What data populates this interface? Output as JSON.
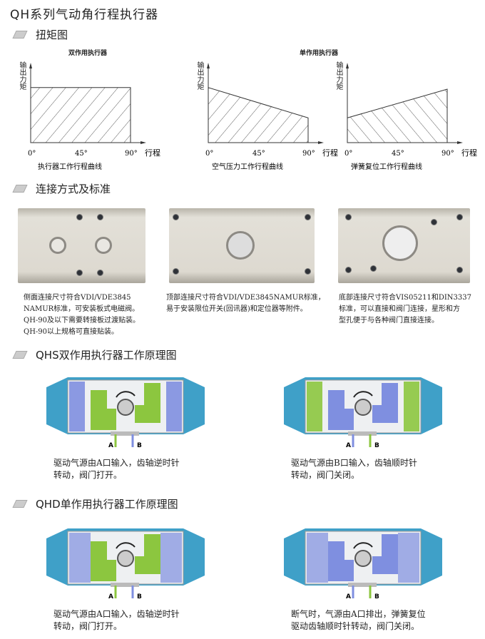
{
  "title": "QH系列气动角行程执行器",
  "sections": {
    "torque": "扭矩图",
    "connection": "连接方式及标准",
    "qhs": "QHS双作用执行器工作原理图",
    "qhd": "QHD单作用执行器工作原理图"
  },
  "torque_headers": {
    "double": "双作用执行器",
    "single": "单作用执行器"
  },
  "chart_data": [
    {
      "type": "area",
      "title": "执行器工作行程曲线",
      "ylabel": "输出力矩",
      "xlabel": "行程",
      "x": [
        0,
        90
      ],
      "y": [
        1.0,
        1.0
      ],
      "xticks": [
        "0°",
        "45°",
        "90°"
      ],
      "ylim": [
        0,
        1.45
      ]
    },
    {
      "type": "area",
      "title": "空气压力工作行程曲线",
      "ylabel": "输出力矩",
      "xlabel": "行程",
      "x": [
        0,
        90
      ],
      "y": [
        1.0,
        0.45
      ],
      "xticks": [
        "0°",
        "45°",
        "90°"
      ],
      "ylim": [
        0,
        1.45
      ]
    },
    {
      "type": "area",
      "title": "弹簧复位工作行程曲线",
      "ylabel": "输出力矩",
      "xlabel": "行程",
      "x": [
        0,
        90
      ],
      "y": [
        0.45,
        0.97
      ],
      "xticks": [
        "0°",
        "45°",
        "90°"
      ],
      "ylim": [
        0,
        1.45
      ]
    }
  ],
  "connections": [
    {
      "lines": [
        "侧面连接尺寸符合VDI/VDE3845",
        "NAMUR标准，可安装板式电磁阀。",
        "QH-90及以下需要转接板过渡贴装。",
        "QH-90以上规格可直接贴装。"
      ]
    },
    {
      "lines": [
        "顶部连接尺寸符合VDI/VDE3845NAMUR标准，",
        "易于安装限位开关(回讯器)和定位器等附件。"
      ]
    },
    {
      "lines": [
        "底部连接尺寸符合VIS05211和DIN3337",
        "标准，可以直接和阀门连接，星形和方",
        "型孔便于与各种阀门直接连接。"
      ]
    }
  ],
  "diagrams": [
    {
      "lines": [
        "驱动气源由A口输入，齿轴逆时针",
        "转动，阀门打开。"
      ],
      "a": "A",
      "b": "B",
      "mode": "open",
      "spring": false
    },
    {
      "lines": [
        "驱动气源由B口输入，齿轴顺时针",
        "转动，阀门关闭。"
      ],
      "a": "A",
      "b": "B",
      "mode": "close",
      "spring": false
    },
    {
      "lines": [
        "驱动气源由A口输入，齿轴逆时针",
        "转动，阀门打开。"
      ],
      "a": "A",
      "b": "B",
      "mode": "open",
      "spring": true
    },
    {
      "lines": [
        "断气时，气源由A口排出，弹簧复位",
        "驱动齿轴顺时针转动，阀门关闭。"
      ],
      "a": "A",
      "b": "B",
      "mode": "close",
      "spring": true
    }
  ],
  "colors": {
    "green": "#8cc63f",
    "blue": "#7f8fe0",
    "body": "#3fa0c8"
  }
}
